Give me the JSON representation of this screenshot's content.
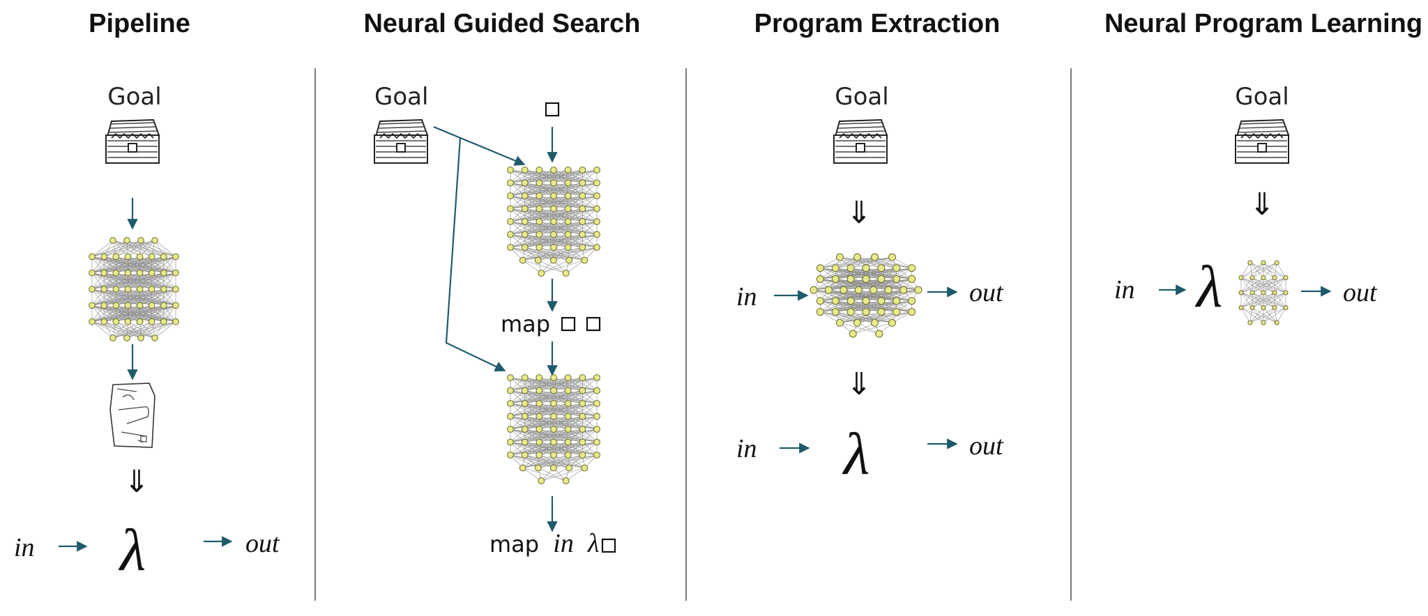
{
  "panels": [
    {
      "title": "Pipeline",
      "goal_label": "Goal",
      "in_label": "in",
      "out_label": "out",
      "lambda": "λ",
      "implies": "⇓"
    },
    {
      "title": "Neural Guided Search",
      "goal_label": "Goal",
      "step2_prefix": "map",
      "step3_prefix": "map",
      "step3_in": "in",
      "lambda": "λ"
    },
    {
      "title": "Program Extraction",
      "goal_label": "Goal",
      "implies": "⇓",
      "in_label": "in",
      "out_label": "out",
      "in_label_2": "in",
      "out_label_2": "out",
      "lambda": "λ"
    },
    {
      "title": "Neural Program Learning",
      "goal_label": "Goal",
      "implies": "⇓",
      "in_label": "in",
      "out_label": "out",
      "lambda": "λ"
    }
  ],
  "colors": {
    "arrow": "#1f5a6b",
    "node_fill": "#e8e98a",
    "node_stroke": "#6b6b2a",
    "divider": "#7a7a7a"
  },
  "icons": [
    "treasure-chest-icon",
    "neural-network-icon",
    "program-sketch-icon"
  ]
}
